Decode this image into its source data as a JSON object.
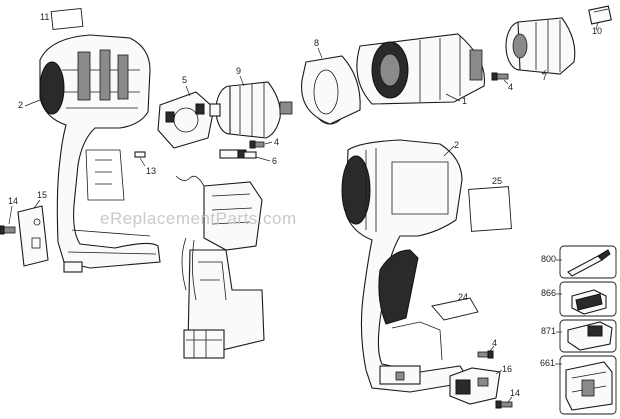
{
  "watermark": "eReplacementParts.com",
  "labels": {
    "p1": "1",
    "p2a": "2",
    "p2b": "2",
    "p4a": "4",
    "p4b": "4",
    "p4c": "4",
    "p5": "5",
    "p6": "6",
    "p7": "7",
    "p8": "8",
    "p9": "9",
    "p10": "10",
    "p11": "11",
    "p13": "13",
    "p14a": "14",
    "p14b": "14",
    "p15": "15",
    "p16": "16",
    "p24": "24",
    "p25": "25",
    "p661": "661",
    "p800": "800",
    "p866": "866",
    "p871": "871"
  }
}
